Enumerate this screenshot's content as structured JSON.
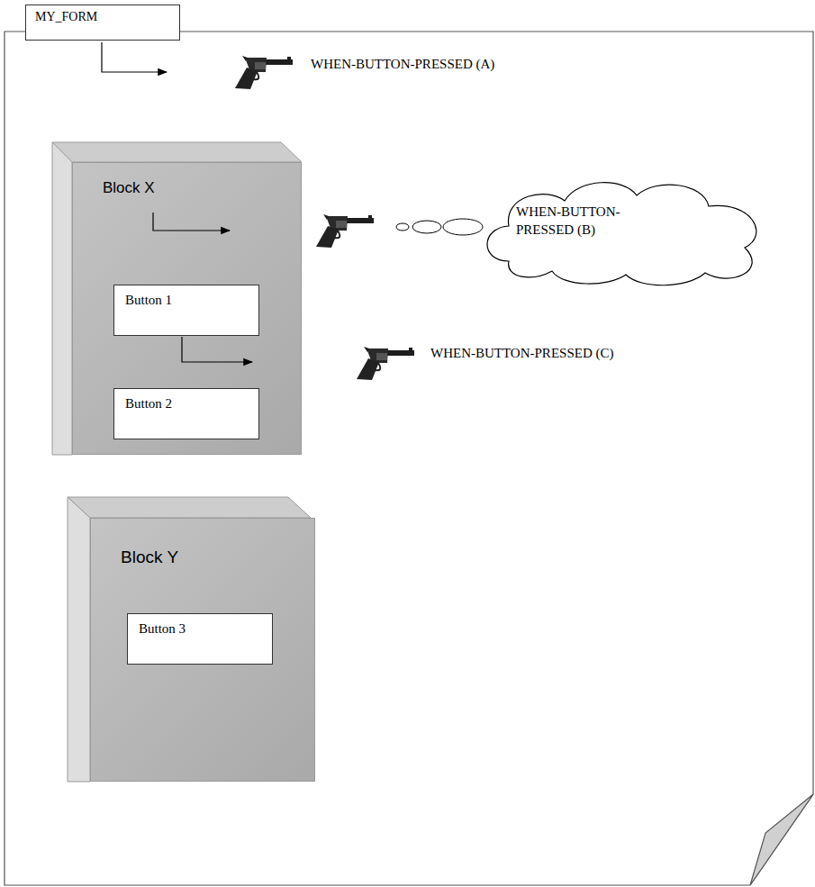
{
  "diagram": {
    "nodes": [
      {
        "text": [
          "MY_FORM"
        ]
      },
      {
        "text": [
          "Block X"
        ],
        "in": 0
      },
      {
        "text": [
          "WHEN-BUTTON-PRESSED (B)"
        ],
        "in": 0
      },
      {
        "text": [
          "Button 1"
        ],
        "in": 1
      },
      {
        "text": [
          "Button 2"
        ],
        "in": 1
      },
      {
        "text": [
          "Block Y"
        ],
        "in": 0
      },
      {
        "text": [
          "Button 3"
        ],
        "in": 5
      }
    ],
    "labels": [
      "WHEN-BUTTON-PRESSED (A)",
      "WHEN-BUTTON-PRESSED (C)"
    ]
  }
}
